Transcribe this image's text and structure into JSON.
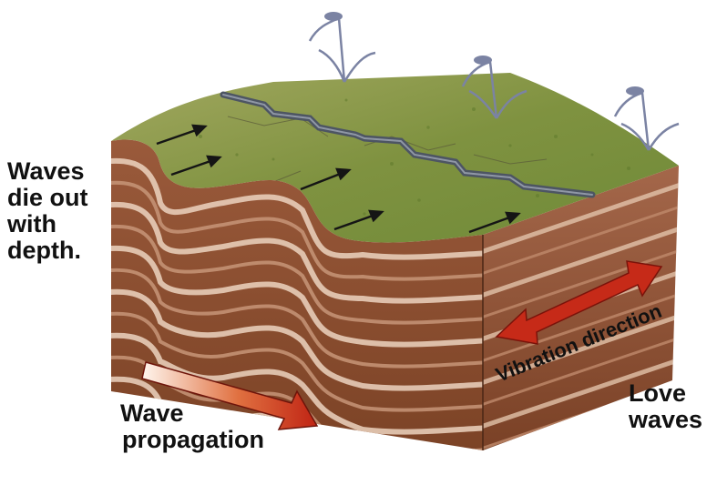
{
  "labels": {
    "die_out": [
      "Waves",
      "die out",
      "with",
      "depth."
    ],
    "love": [
      "Love",
      "waves"
    ],
    "propagation": [
      "Wave",
      "propagation"
    ],
    "vibration": "Vibration direction"
  },
  "colors": {
    "grass": "#8a9a45",
    "soil_light": "#e7cdb6",
    "soil_dark": "#8a4b2b",
    "arrow_red": "#c62a18",
    "fence": "#4d5563"
  }
}
